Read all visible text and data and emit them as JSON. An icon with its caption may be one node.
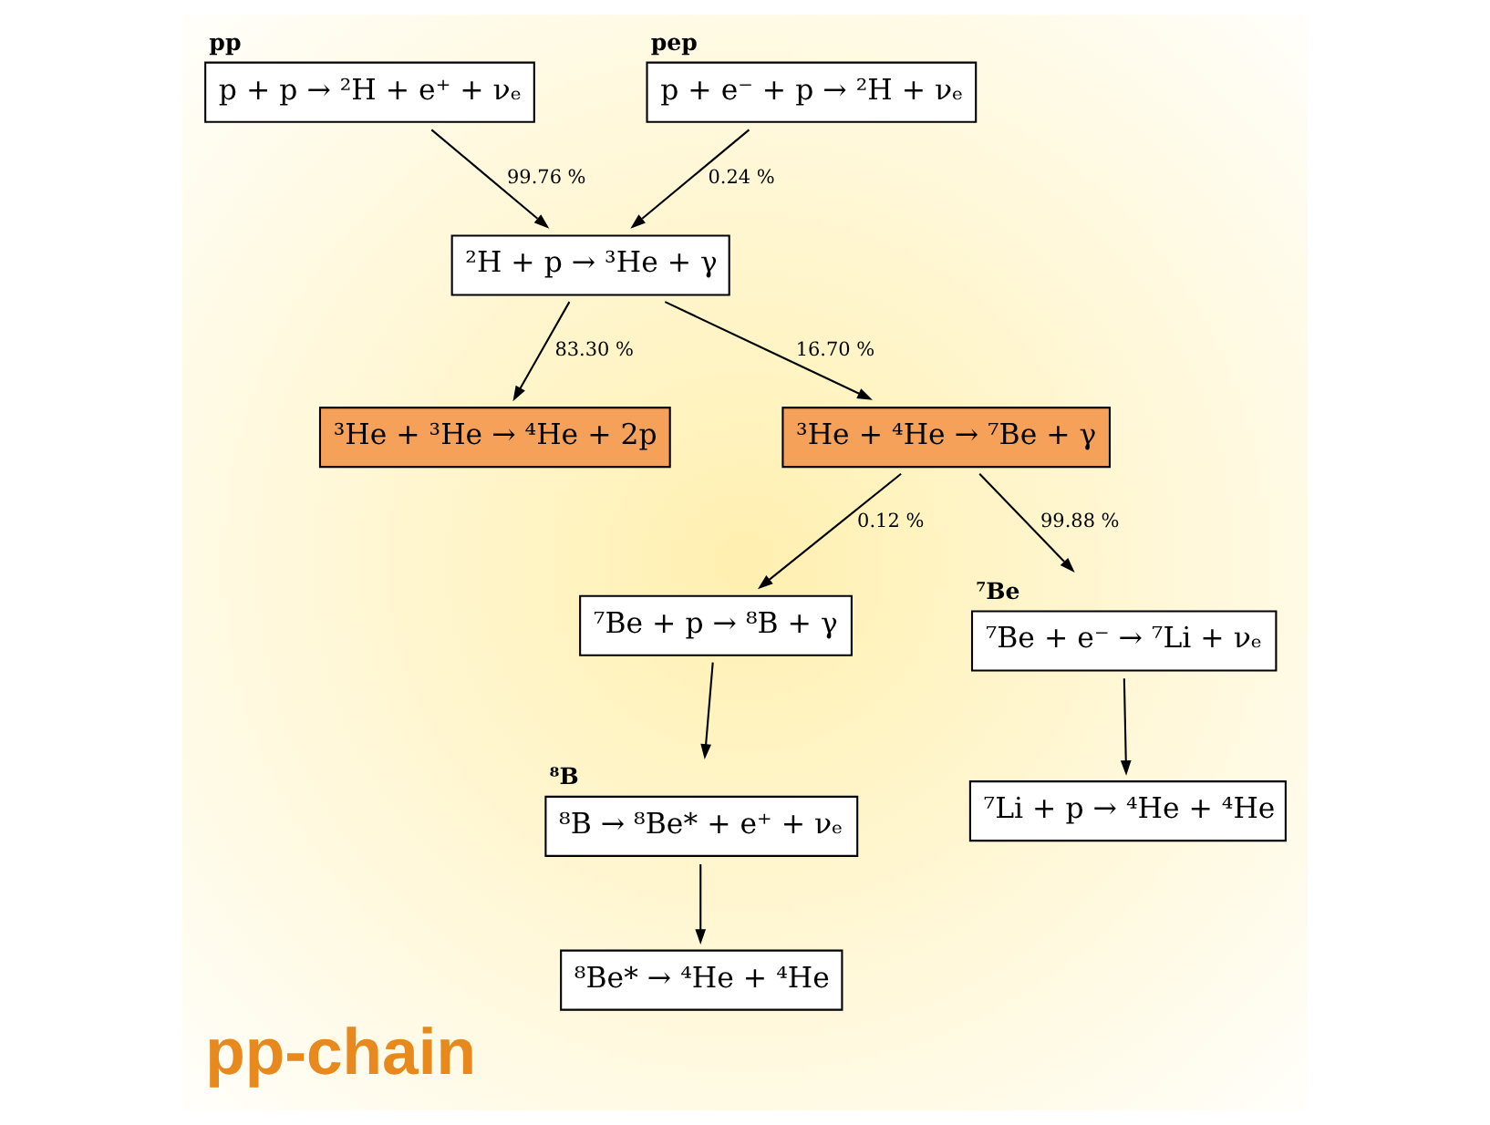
{
  "diagram": {
    "title": "pp-chain",
    "nodes": [
      {
        "text": [
          "pp",
          "p + p → ²H + e⁺ + νₑ"
        ]
      },
      {
        "text": [
          "pep",
          "p + e⁻ + p → ²H + νₑ"
        ]
      },
      {
        "text": [
          "²H + p → ³He + γ"
        ]
      },
      {
        "text": [
          "³He + ³He → ⁴He + 2p"
        ]
      },
      {
        "text": [
          "³He + ⁴He → ⁷Be + γ"
        ]
      },
      {
        "text": [
          "⁷Be + p → ⁸B + γ"
        ]
      },
      {
        "text": [
          "⁷Be",
          "⁷Be + e⁻ → ⁷Li + νₑ"
        ]
      },
      {
        "text": [
          "⁸B",
          "⁸B → ⁸Be* + e⁺ + νₑ"
        ]
      },
      {
        "text": [
          "⁷Li + p → ⁴He + ⁴He"
        ]
      },
      {
        "text": [
          "⁸Be* → ⁴He + ⁴He"
        ]
      }
    ],
    "edges": [
      {
        "from": 0,
        "to": 2,
        "arrow": "to",
        "label": "99.76 %"
      },
      {
        "from": 1,
        "to": 2,
        "arrow": "to",
        "label": "0.24 %"
      },
      {
        "from": 2,
        "to": 3,
        "arrow": "to",
        "label": "83.30 %"
      },
      {
        "from": 2,
        "to": 4,
        "arrow": "to",
        "label": "16.70 %"
      },
      {
        "from": 4,
        "to": 5,
        "arrow": "to",
        "label": "0.12 %"
      },
      {
        "from": 4,
        "to": 6,
        "arrow": "to",
        "label": "99.88 %"
      },
      {
        "from": 5,
        "to": 7,
        "arrow": "to"
      },
      {
        "from": 6,
        "to": 8,
        "arrow": "to"
      },
      {
        "from": 7,
        "to": 9,
        "arrow": "to"
      }
    ]
  }
}
